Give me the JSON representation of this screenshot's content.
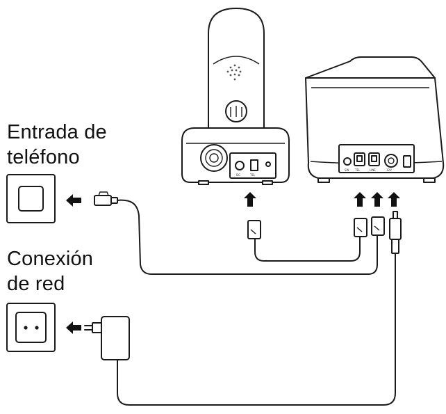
{
  "labels": {
    "phone_line": [
      "Entrada de",
      "teléfono"
    ],
    "power": [
      "Conexión",
      "de red"
    ]
  },
  "icons": {
    "wall_phone_socket": "phone-wall-socket-icon",
    "wall_power_socket": "power-wall-socket-icon",
    "arrow": "arrow-icon"
  }
}
